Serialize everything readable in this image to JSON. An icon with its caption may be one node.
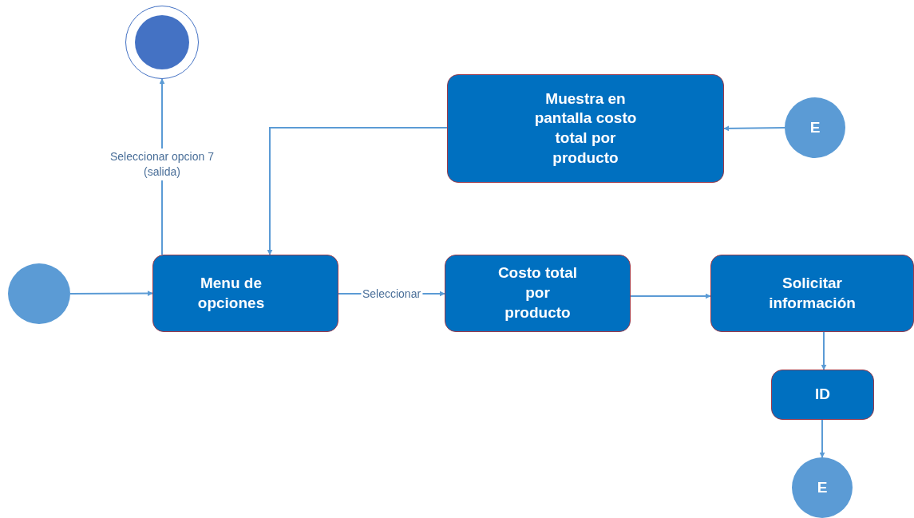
{
  "diagram": {
    "nodes": [
      {
        "text": [],
        "shape": "circle"
      },
      {
        "text": [
          "Muestra en pantalla costo total por producto"
        ]
      },
      {
        "text": [
          "E"
        ]
      },
      {
        "text": [],
        "shape": "circle"
      },
      {
        "text": [
          "Menu de opciones"
        ]
      },
      {
        "text": [
          "Costo total por producto"
        ]
      },
      {
        "text": [
          "Solicitar información"
        ]
      },
      {
        "text": [
          "ID"
        ]
      },
      {
        "text": [
          "E"
        ]
      }
    ],
    "edges": [
      {
        "from": 3,
        "to": 4,
        "arrow": "to"
      },
      {
        "from": 4,
        "to": 0,
        "arrow": "to",
        "label": "Seleccionar opcion 7 (salida)"
      },
      {
        "from": 1,
        "to": 4,
        "arrow": "to"
      },
      {
        "from": 2,
        "to": 1,
        "arrow": "to"
      },
      {
        "from": 4,
        "to": 5,
        "arrow": "to",
        "label": "Seleccionar"
      },
      {
        "from": 5,
        "to": 6,
        "arrow": "to"
      },
      {
        "from": 6,
        "to": 7,
        "arrow": "to"
      },
      {
        "from": 7,
        "to": 8,
        "arrow": "to"
      }
    ]
  }
}
